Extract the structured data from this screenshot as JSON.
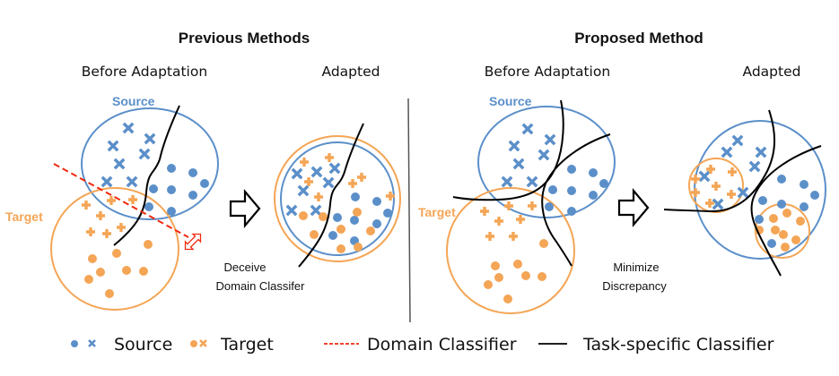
{
  "colors": {
    "source": "#5B8FC9",
    "target": "#F4A555",
    "domain_classifier": "#F02A10",
    "task_classifier": "#000000",
    "divider": "#555555"
  },
  "panels": {
    "previous": {
      "title": "Previous Methods",
      "before_label": "Before Adaptation",
      "after_label": "Adapted",
      "source_label": "Source",
      "target_label": "Target",
      "note_line1": "Deceive",
      "note_line2": "Domain Classifer"
    },
    "proposed": {
      "title": "Proposed Method",
      "before_label": "Before Adaptation",
      "after_label": "Adapted",
      "source_label": "Source",
      "target_label": "Target",
      "note_line1": "Minimize",
      "note_line2": "Discrepancy"
    }
  },
  "legend": {
    "source": "Source",
    "target": "Target",
    "domain_classifier": "Domain Classifier",
    "task_classifier": "Task-specific Classifier"
  },
  "icons": {
    "arrow": "block-right-arrow",
    "double_arrow": "double-headed-arrow",
    "source_dot": "circle-marker",
    "source_cross": "x-marker",
    "target_dot": "circle-marker",
    "target_plus": "plus-marker"
  }
}
